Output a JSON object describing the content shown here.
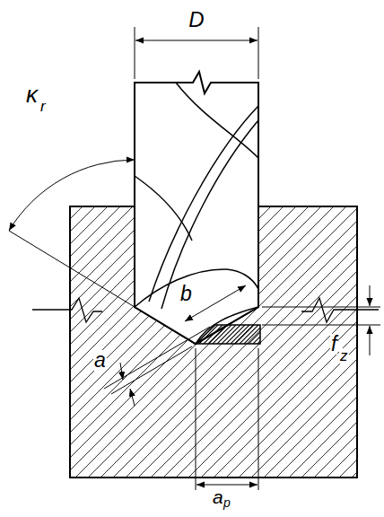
{
  "diagram": {
    "labels": [
      "D",
      "κ",
      "r",
      "b",
      "a",
      "f",
      "z",
      "a",
      "p"
    ]
  }
}
